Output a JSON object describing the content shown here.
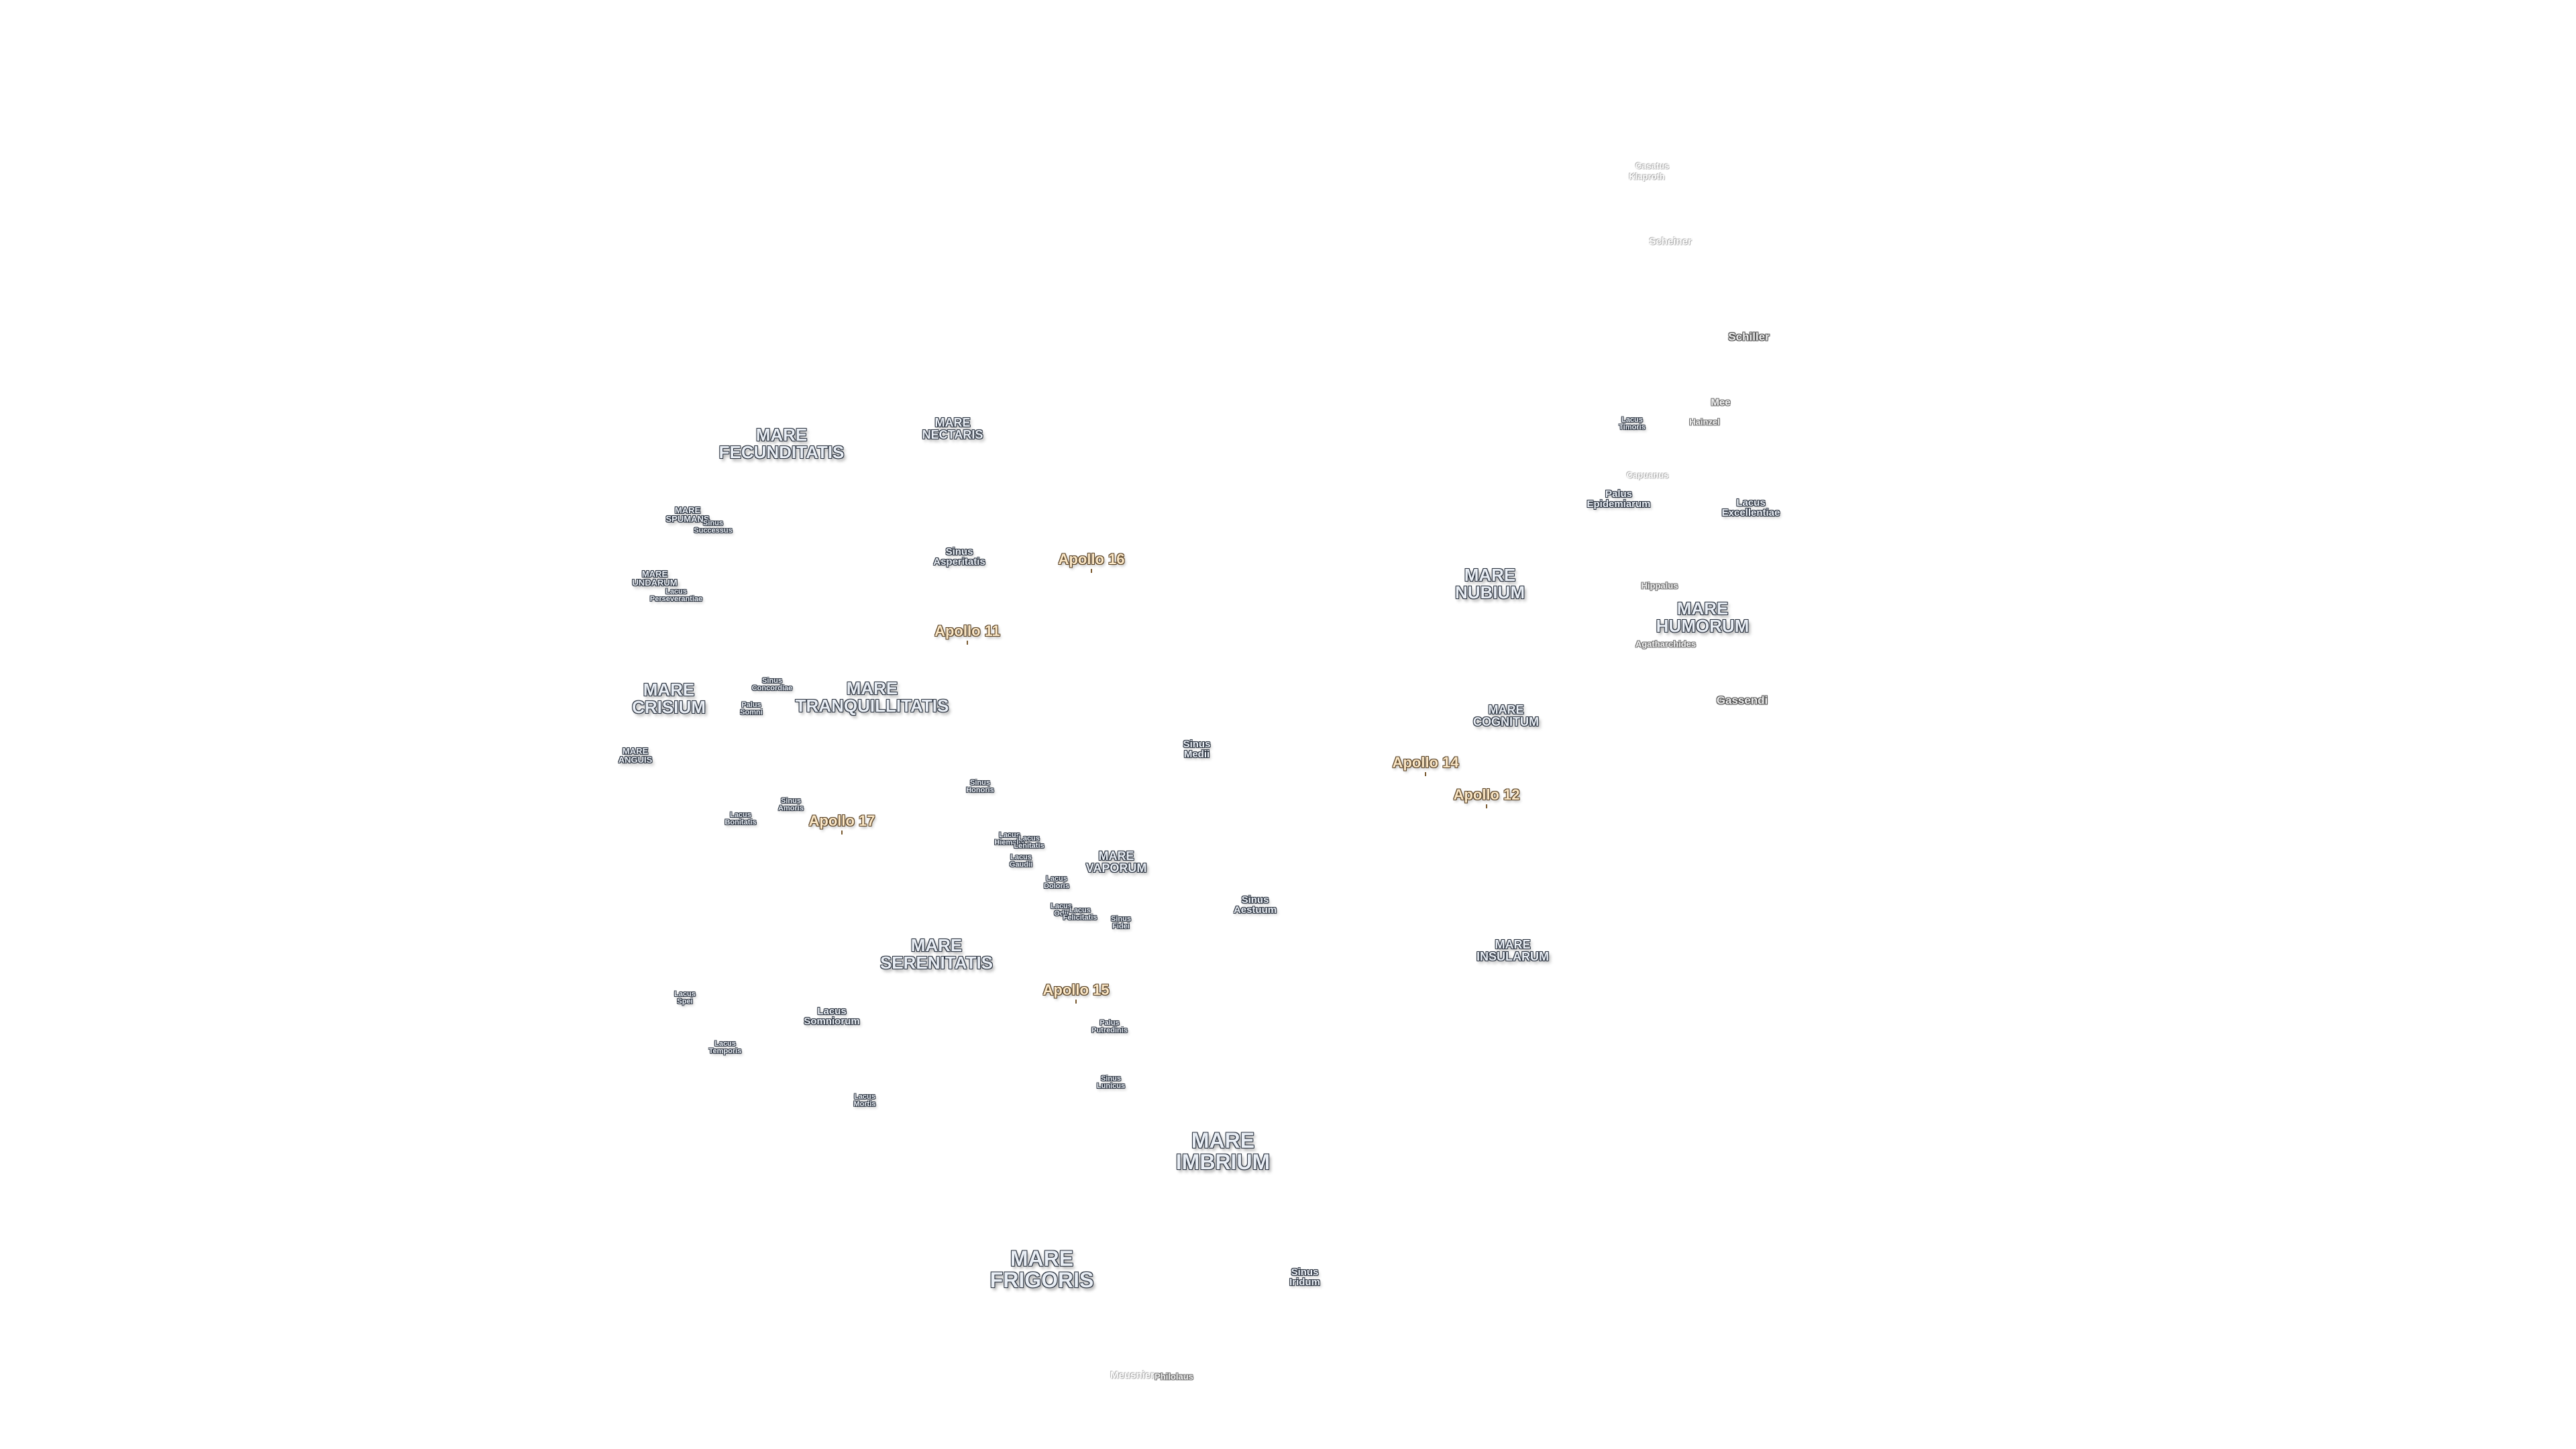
{
  "map": {
    "colors": {
      "background": "#ffffff",
      "mare_fill": "#e9eef5",
      "mare_outline": "#2c3440",
      "apollo_fill": "#fbe7c6",
      "apollo_outline": "#5a4326",
      "crater_outline": "#777777"
    },
    "labels": {
      "mare_fecunditatis": "MARE\nFECUNDITATIS",
      "mare_nectaris": "MARE\nNECTARIS",
      "mare_spumans": "MARE\nSPUMANS",
      "sinus_successus": "Sinus\nSuccessus",
      "mare_undarum": "MARE\nUNDARUM",
      "lacus_perseverantiae": "Lacus\nPerseverantiae",
      "sinus_asperitatis": "Sinus\nAsperitatis",
      "apollo_16": "Apollo 16",
      "apollo_11": "Apollo 11",
      "mare_crisium": "MARE\nCRISIUM",
      "sinus_concordiae": "Sinus\nConcordiae",
      "palus_somni": "Palus\nSomni",
      "mare_tranquillitatis": "MARE\nTRANQUILLITATIS",
      "mare_anguis": "MARE\nANGUIS",
      "sinus_medii": "Sinus\nMedii",
      "sinus_honoris": "Sinus\nHonoris",
      "sinus_amoris": "Sinus\nAmoris",
      "lacus_bonitatis": "Lacus\nBonitatis",
      "apollo_17": "Apollo 17",
      "lacus_hiemalis": "Lacus\nHiemalis",
      "lacus_lenitatis": "Lacus\nLenitatis",
      "lacus_gaudii": "Lacus\nGaudii",
      "lacus_doloris": "Lacus\nDoloris",
      "mare_vaporum": "MARE\nVAPORUM",
      "lacus_odii": "Lacus\nOdii",
      "lacus_felicitatis": "Lacus\nFelicitatis",
      "sinus_fidei": "Sinus\nFidei",
      "sinus_aestuum": "Sinus\nAestuum",
      "mare_serenitatis": "MARE\nSERENITATIS",
      "apollo_15": "Apollo 15",
      "lacus_spei": "Lacus\nSpei",
      "lacus_somniorum": "Lacus\nSomniorum",
      "lacus_temporis": "Lacus\nTemporis",
      "palus_putredinis": "Palus\nPutredinis",
      "sinus_lunicus": "Sinus\nLunicus",
      "lacus_mortis": "Lacus\nMortis",
      "mare_imbrium": "MARE\nIMBRIUM",
      "mare_frigoris": "MARE\nFRIGORIS",
      "sinus_iridum": "Sinus\nIridum",
      "meusnier": "Meusnier",
      "philolaus": "Philolaus",
      "mare_nubium": "MARE\nNUBIUM",
      "mare_cognitum": "MARE\nCOGNITUM",
      "apollo_14": "Apollo 14",
      "apollo_12": "Apollo 12",
      "mare_insularum": "MARE\nINSULARUM",
      "mare_humorum": "MARE\nHUMORUM",
      "gassendi": "Gassendi",
      "agatharchides": "Agatharchides",
      "hippalus": "Hippalus",
      "lacus_excellentiae": "Lacus\nExcellentiae",
      "palus_epidemiarum": "Palus\nEpidemiarum",
      "capuanus": "Capuanus",
      "lacus_timoris": "Lacus\nTimoris",
      "mee": "Mee",
      "hainzel": "Hainzel",
      "schiller": "Schiller",
      "scheiner": "Scheiner",
      "casatus": "Casatus",
      "klaproth": "Klaproth"
    }
  }
}
